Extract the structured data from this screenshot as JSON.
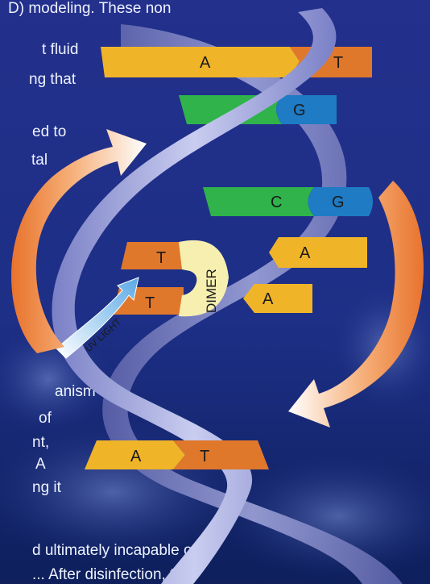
{
  "colors": {
    "background": "#1d2f86",
    "adenine": "#f0b428",
    "thymine": "#e0782c",
    "cytosine": "#2fb34a",
    "guanine": "#1e7bc4",
    "dimer": "#f6efb0",
    "backbone": "#aab0e0"
  },
  "text_lines": [
    "D) modeling. These non",
    "t fluid",
    "ng that",
    "ed to",
    "tal",
    "anism",
    " of",
    "nt,",
    "A",
    "ng it",
    "d ultimately incapable of",
    "... After disinfection, the"
  ],
  "base_pairs": [
    {
      "left": "A",
      "right": "T"
    },
    {
      "left": "C",
      "right": "G"
    },
    {
      "left": "C",
      "right": "G"
    },
    {
      "left": "A",
      "right": "T"
    }
  ],
  "dimer_bases": [
    "T",
    "T"
  ],
  "unpaired_bases": [
    "A",
    "A"
  ],
  "dimer_label": "DIMER",
  "uv_label": "UV LIGHT"
}
